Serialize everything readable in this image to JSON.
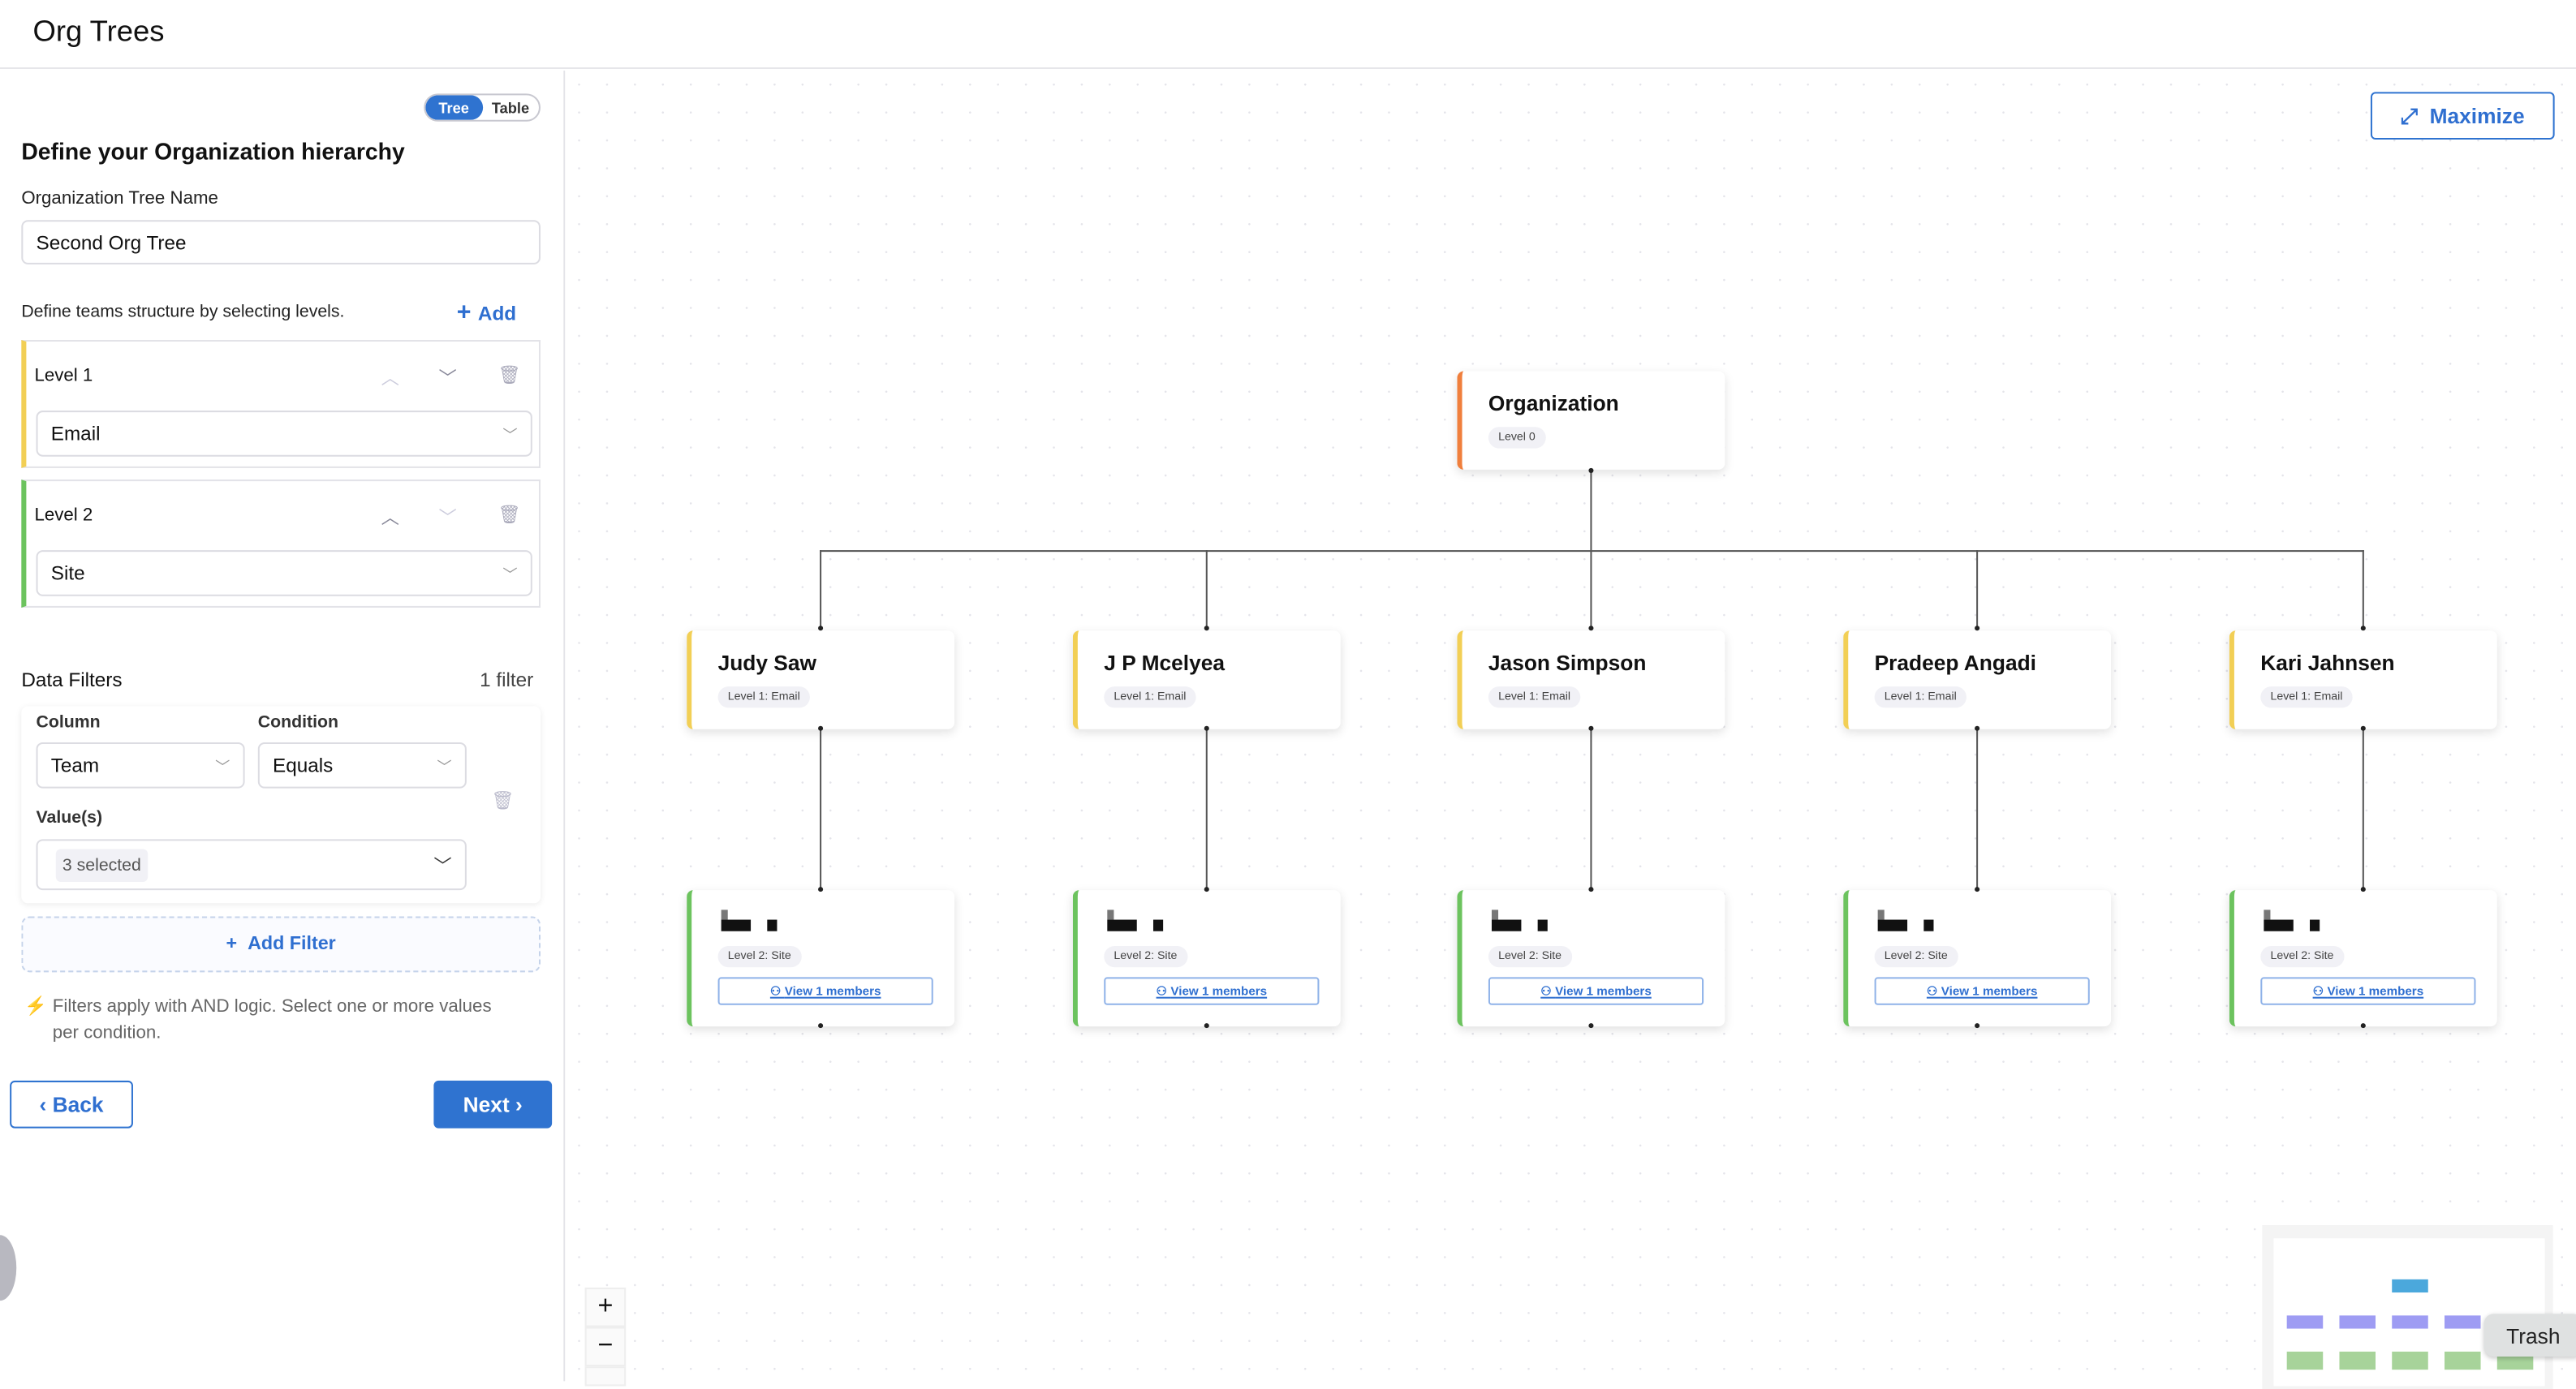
{
  "header": {
    "title": "Org Trees"
  },
  "sidebar": {
    "view_toggle": {
      "options": [
        "Tree",
        "Table"
      ],
      "selected": "Tree"
    },
    "heading": "Define your Organization hierarchy",
    "tree_name_label": "Organization Tree Name",
    "tree_name_value": "Second Org Tree",
    "levels_hint": "Define teams structure by selecting levels.",
    "add_label": "Add",
    "levels": [
      {
        "title": "Level 1",
        "value": "Email",
        "color": "#f2cf55"
      },
      {
        "title": "Level 2",
        "value": "Site",
        "color": "#6cc35e"
      }
    ],
    "filters": {
      "title": "Data Filters",
      "count": "1 filter",
      "column_label": "Column",
      "column_value": "Team",
      "condition_label": "Condition",
      "condition_value": "Equals",
      "values_label": "Value(s)",
      "values_value": "3 selected",
      "add_filter": "Add Filter",
      "note": "Filters apply with AND logic. Select one or more values per condition."
    },
    "back_label": "Back",
    "next_label": "Next"
  },
  "canvas": {
    "maximize_label": "Maximize",
    "root": {
      "name": "Organization",
      "level": "Level 0",
      "color": "#f07f3c"
    },
    "level1": [
      {
        "name": "Judy Saw",
        "level": "Level 1: Email"
      },
      {
        "name": "J P Mcelyea",
        "level": "Level 1: Email"
      },
      {
        "name": "Jason Simpson",
        "level": "Level 1: Email"
      },
      {
        "name": "Pradeep Angadi",
        "level": "Level 1: Email"
      },
      {
        "name": "Kari Jahnsen",
        "level": "Level 1: Email"
      }
    ],
    "level2": [
      {
        "level": "Level 2: Site",
        "members": "View 1 members"
      },
      {
        "level": "Level 2: Site",
        "members": "View 1 members"
      },
      {
        "level": "Level 2: Site",
        "members": "View 1 members"
      },
      {
        "level": "Level 2: Site",
        "members": "View 1 members"
      },
      {
        "level": "Level 2: Site",
        "members": "View 1 members"
      }
    ],
    "level1_color": "#f2cf55",
    "level2_color": "#6cc35e",
    "zoom_in": "+",
    "zoom_out": "−",
    "tooltip": "Trash"
  }
}
